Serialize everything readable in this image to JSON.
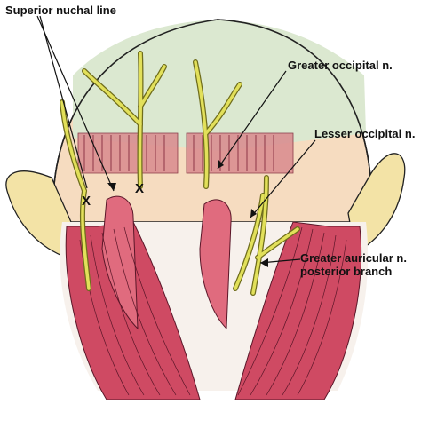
{
  "labels": {
    "superior_nuchal_line": "Superior nuchal line",
    "greater_occipital": "Greater occipital n.",
    "lesser_occipital": "Lesser occipital n.",
    "greater_auricular_line1": "Greater auricular n.",
    "greater_auricular_line2": "posterior branch"
  },
  "marks": {
    "x_left": "X",
    "x_center": "X"
  },
  "colors": {
    "scalp_green": "#dbe8d0",
    "skin_peach": "#f6dcc0",
    "muscle_red": "#cf4a63",
    "muscle_dark": "#7a1f33",
    "nerve_yellow": "#e2e05a",
    "nerve_outline": "#6f6d1c",
    "ear": "#f3e3a6"
  }
}
